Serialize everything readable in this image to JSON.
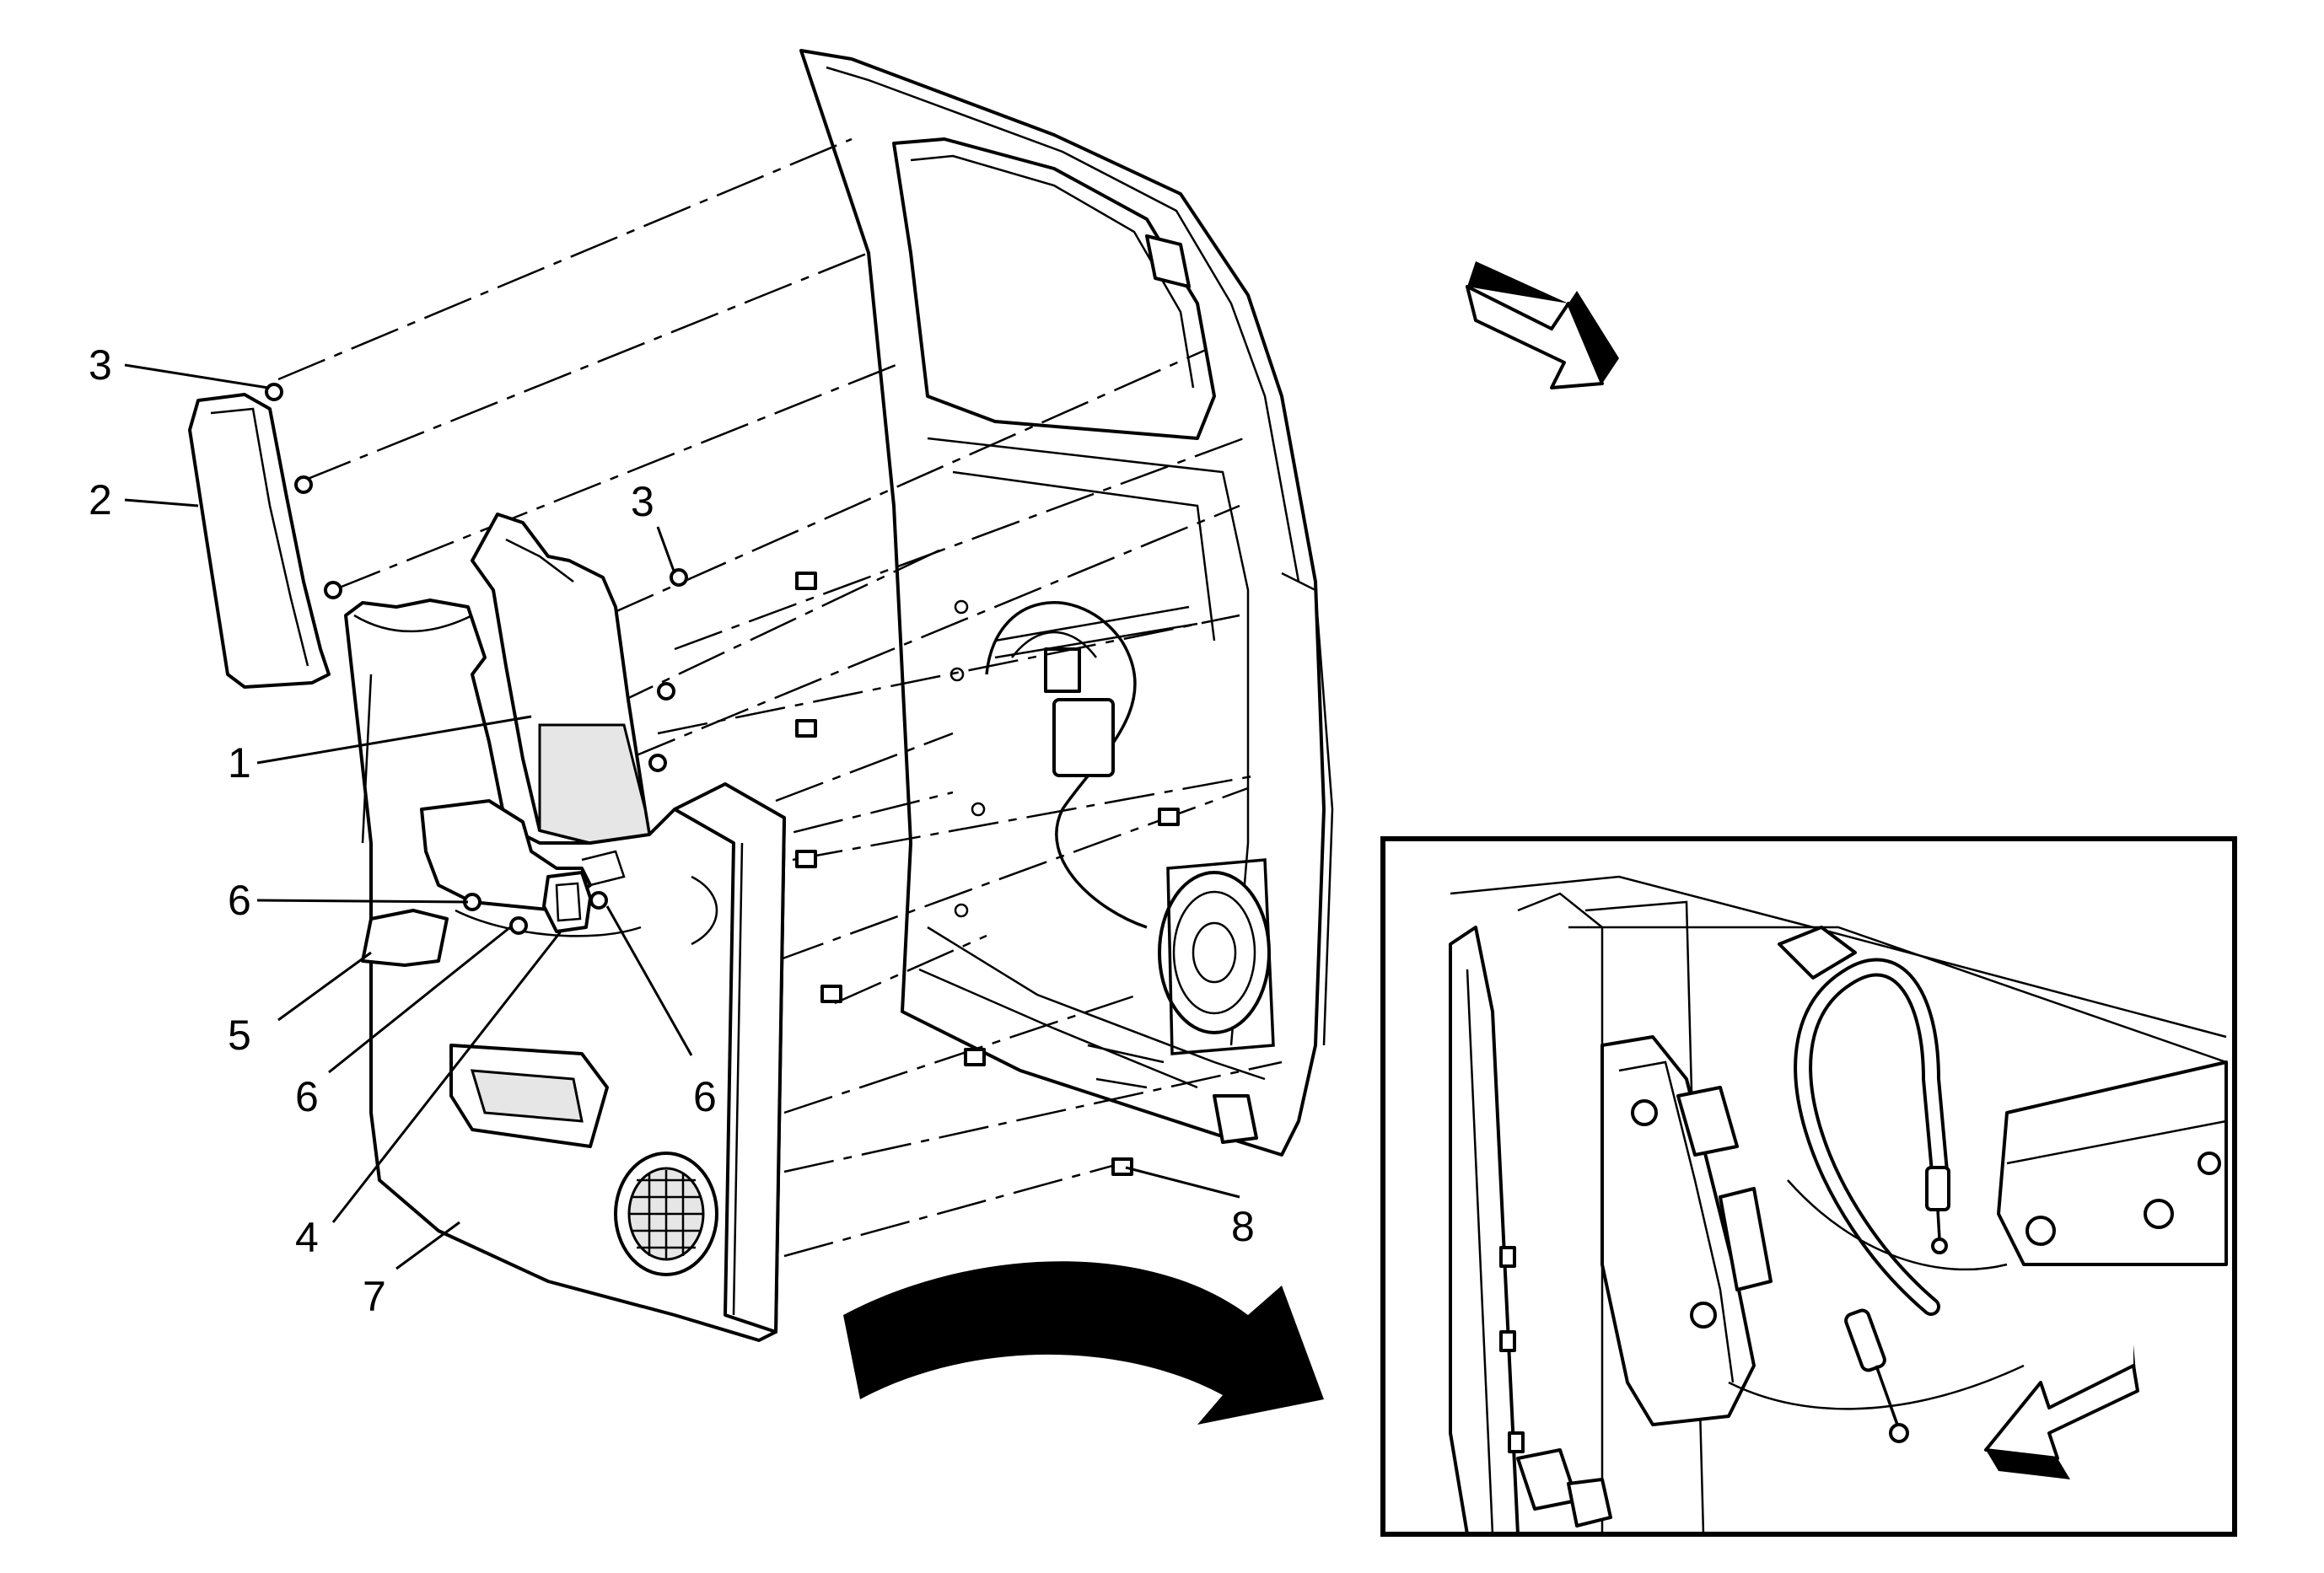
{
  "diagram": {
    "callouts": [
      {
        "id": "c3a",
        "label": "3"
      },
      {
        "id": "c2",
        "label": "2"
      },
      {
        "id": "c3b",
        "label": "3"
      },
      {
        "id": "c1",
        "label": "1"
      },
      {
        "id": "c6a",
        "label": "6"
      },
      {
        "id": "c5",
        "label": "5"
      },
      {
        "id": "c6b",
        "label": "6"
      },
      {
        "id": "c6c",
        "label": "6"
      },
      {
        "id": "c4",
        "label": "4"
      },
      {
        "id": "c7",
        "label": "7"
      },
      {
        "id": "c8",
        "label": "8"
      }
    ],
    "arrows": {
      "upper_right": "direction-arrow",
      "inset": "direction-arrow",
      "curved": "curved-transition-arrow"
    },
    "colors": {
      "line": "#000000",
      "fill": "#ffffff",
      "shade": "#e6e6e6"
    }
  }
}
